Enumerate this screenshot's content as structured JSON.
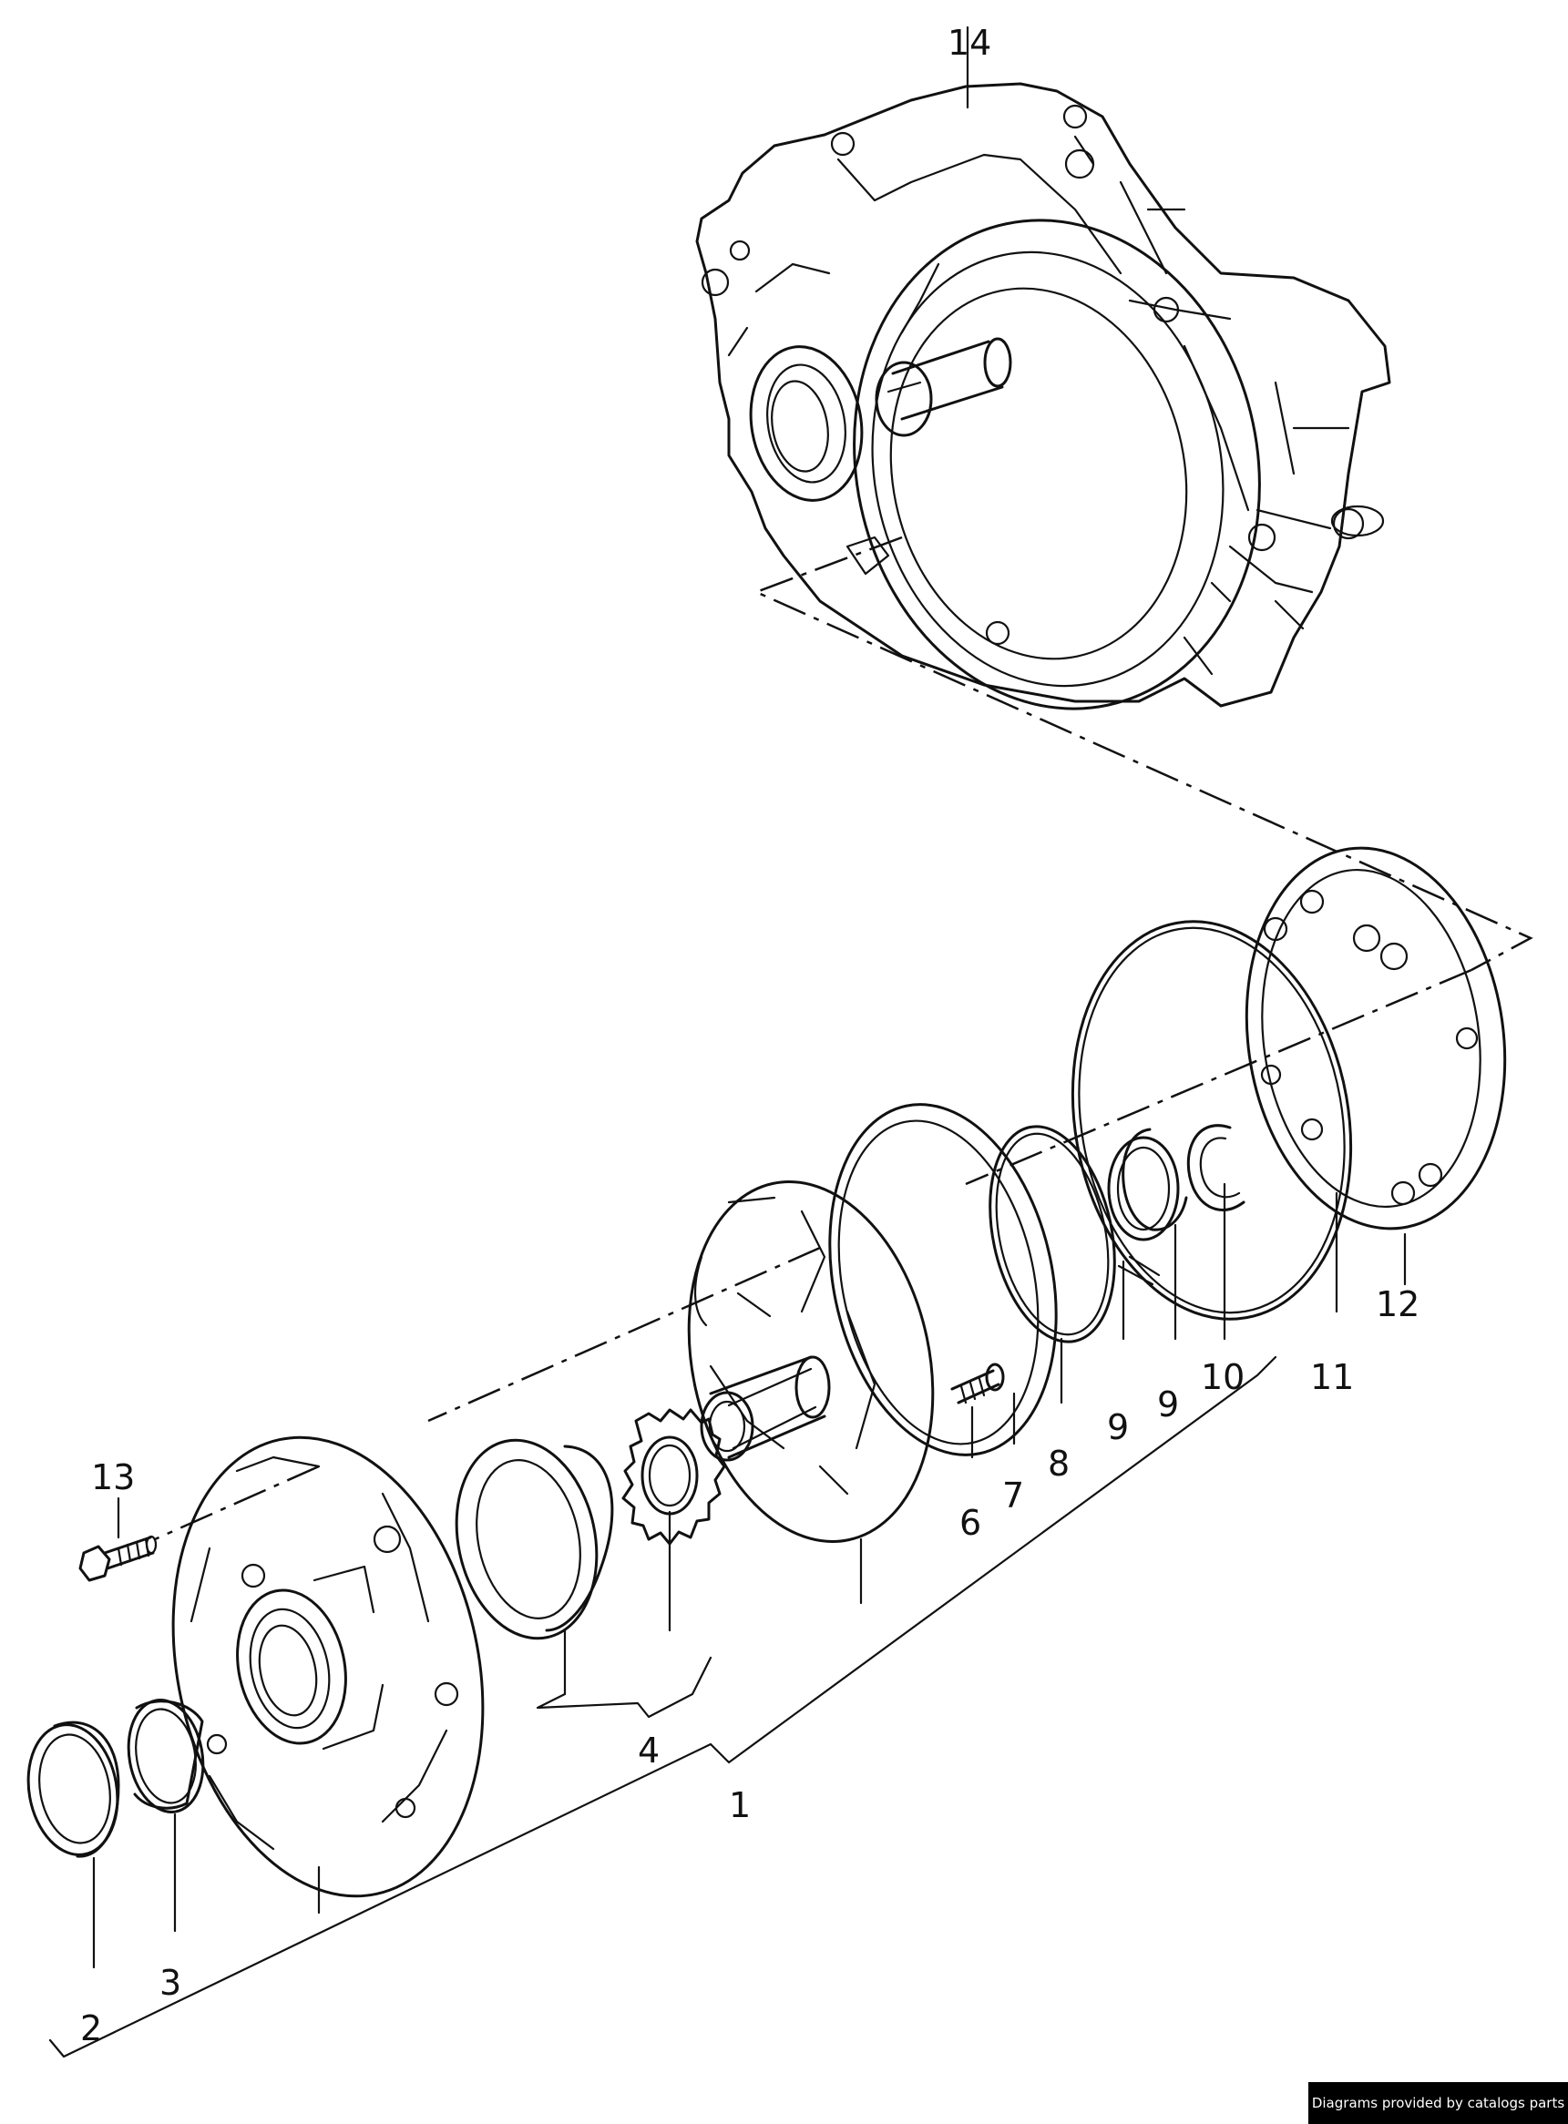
{
  "labels": {
    "p1": "1",
    "p2": "2",
    "p3": "3",
    "p4": "4",
    "p6": "6",
    "p7": "7",
    "p8": "8",
    "p9a": "9",
    "p9b": "9",
    "p10": "10",
    "p11": "11",
    "p12": "12",
    "p13": "13",
    "p14": "14"
  },
  "footer": {
    "credit": "Diagrams provided by catalogs parts"
  }
}
